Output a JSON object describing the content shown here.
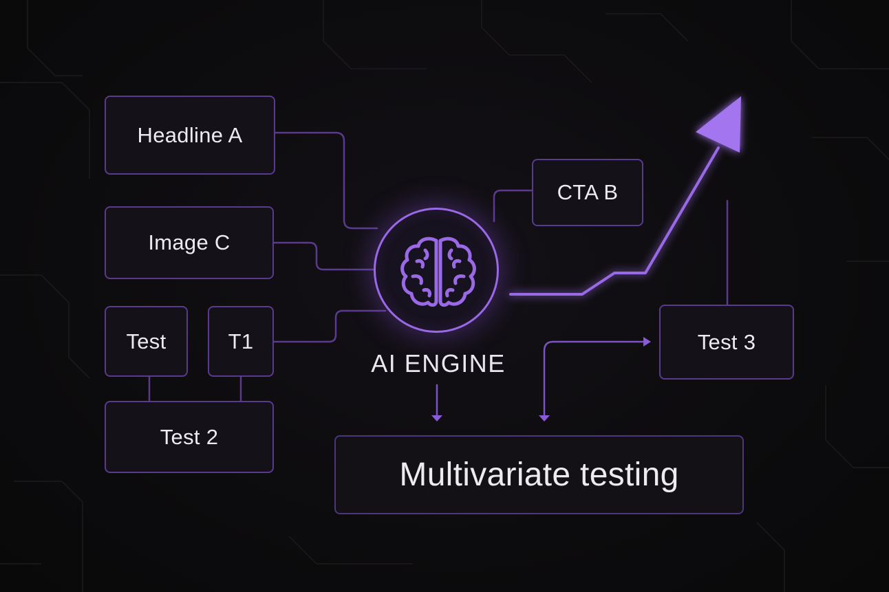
{
  "diagram": {
    "variant_boxes": {
      "headline_a": "Headline A",
      "image_c": "Image C",
      "test": "Test",
      "t1": "T1",
      "test_2": "Test 2",
      "cta_b": "CTA B",
      "test_3": "Test 3"
    },
    "engine": {
      "label": "AI ENGINE",
      "icon": "brain-icon"
    },
    "output_label": "Multivariate testing",
    "trend_icon": "arrow-up-right-icon"
  },
  "colors": {
    "background": "#0d0c0e",
    "accent": "#9a6ae6",
    "box_border": "#5a3a8f",
    "text": "#ececf0"
  }
}
